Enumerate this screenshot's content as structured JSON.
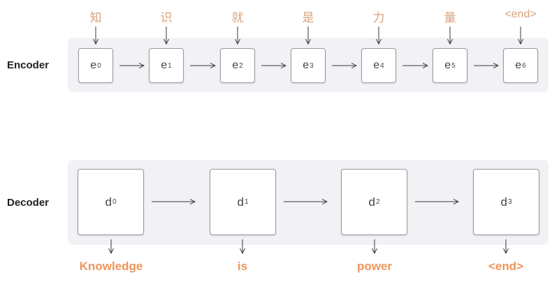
{
  "encoder": {
    "label": "Encoder",
    "inputs": [
      "知",
      "识",
      "就",
      "是",
      "力",
      "量",
      "<end>"
    ],
    "nodes": [
      {
        "base": "e",
        "sub": "0"
      },
      {
        "base": "e",
        "sub": "1"
      },
      {
        "base": "e",
        "sub": "2"
      },
      {
        "base": "e",
        "sub": "3"
      },
      {
        "base": "e",
        "sub": "4"
      },
      {
        "base": "e",
        "sub": "5"
      },
      {
        "base": "e",
        "sub": "6"
      }
    ]
  },
  "decoder": {
    "label": "Decoder",
    "nodes": [
      {
        "base": "d",
        "sub": "0"
      },
      {
        "base": "d",
        "sub": "1"
      },
      {
        "base": "d",
        "sub": "2"
      },
      {
        "base": "d",
        "sub": "3"
      }
    ],
    "outputs": [
      "Knowledge",
      "is",
      "power",
      "<end>"
    ]
  },
  "colors": {
    "input_token": "#d7a37e",
    "output_token": "#f0955a",
    "panel": "#f2f1f6",
    "node_border": "#9a9a9a",
    "arrow": "#3a3a3a"
  }
}
